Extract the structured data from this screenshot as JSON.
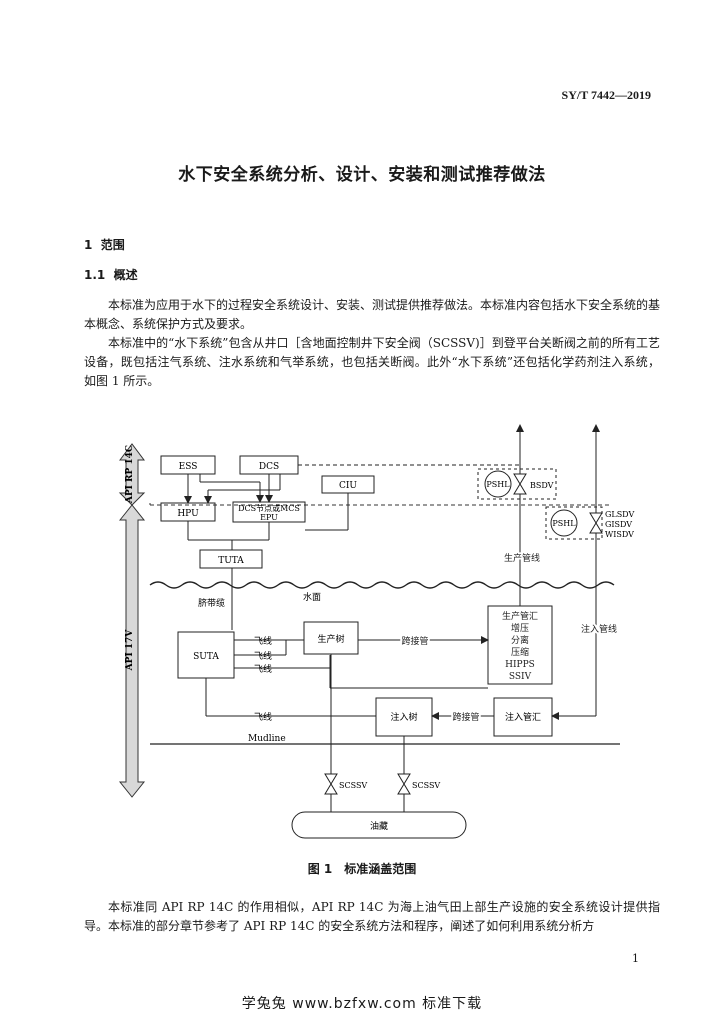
{
  "header": {
    "standard_no": "SY/T 7442—2019"
  },
  "title": "水下安全系统分析、设计、安装和测试推荐做法",
  "section1": {
    "number": "1",
    "title": "范围"
  },
  "section1_1": {
    "number": "1.1",
    "title": "概述"
  },
  "paragraphs": [
    "本标准为应用于水下的过程安全系统设计、安装、测试提供推荐做法。本标准内容包括水下安全系统的基本概念、系统保护方式及要求。",
    "本标准中的“水下系统”包含从井口［含地面控制井下安全阀（SCSSV)］到登平台关断阀之前的所有工艺设备，既包括注气系统、注水系统和气举系统，也包括关断阀。此外“水下系统”还包括化学药剂注入系统，如图 1 所示。",
    "本标准同 API RP 14C 的作用相似，API RP 14C 为海上油气田上部生产设施的安全系统设计提供指导。本标准的部分章节参考了 API RP 14C 的安全系统方法和程序，阐述了如何利用系统分析方"
  ],
  "figure": {
    "caption": "图 1　标准涵盖范围",
    "labels": {
      "api14c": "API RP 14C",
      "api17v": "API 17V",
      "ess": "ESS",
      "dcs": "DCS",
      "ciu": "CIU",
      "hpu": "HPU",
      "dcs_epu_1": "DCS节点或MCS",
      "dcs_epu_2": "EPU",
      "tuta": "TUTA",
      "suta": "SUTA",
      "umbilical": "脐带缆",
      "water_surface": "水面",
      "flying_lead_1": "飞线",
      "flying_lead_2": "飞线",
      "flying_lead_3": "飞线",
      "flying_lead_4": "飞线",
      "prod_tree": "生产树",
      "jumper_1": "跨接管",
      "jumper_2": "跨接管",
      "manifold_lines": [
        "生产管汇",
        "增压",
        "分离",
        "压缩",
        "HIPPS",
        "SSIV"
      ],
      "inj_tree": "注入树",
      "inj_manifold": "注入管汇",
      "prod_pipeline": "生产管线",
      "inj_pipeline": "注入管线",
      "pshl_1": "PSHL",
      "pshl_2": "PSHL",
      "bsdv": "BSDV",
      "glsdv": "GLSDV",
      "gisdv": "GISDV",
      "wisdv": "WISDV",
      "mudline": "Mudline",
      "scssv_1": "SCSSV",
      "scssv_2": "SCSSV",
      "reservoir": "油藏"
    }
  },
  "page_number": "1",
  "footer": "学兔兔 www.bzfxw.com 标准下载"
}
